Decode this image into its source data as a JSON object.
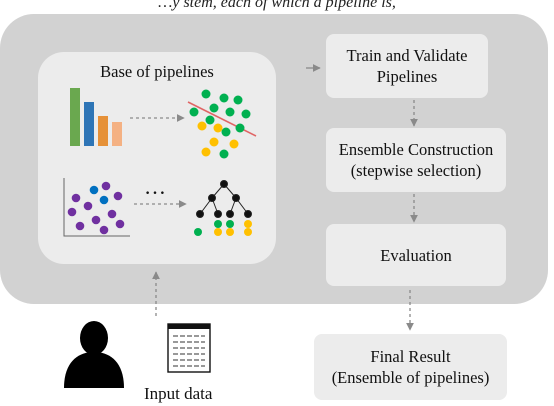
{
  "header_fragment": "…y stem, each of which a pipeline is,",
  "base_of_pipelines": "Base of pipelines",
  "ellipsis": "…",
  "steps": [
    "Train and Validate\nPipelines",
    "Ensemble Construction\n(stepwise selection)",
    "Evaluation"
  ],
  "final_result": "Final Result\n(Ensemble of pipelines)",
  "input_label": "Input data",
  "colors": {
    "outer_panel": "#d2d2d2",
    "inner_panel": "#ececec",
    "bar_green": "#6aa84f",
    "bar_blue": "#2e75b6",
    "bar_orange": "#e69138",
    "bar_peach": "#f4b183",
    "dot_green": "#00b050",
    "dot_yellow": "#ffc000",
    "dot_purple": "#7030a0",
    "dot_blue": "#0070c0",
    "regression_line": "#e06666"
  },
  "icons": [
    "bar-chart-icon",
    "classification-scatter-icon",
    "cluster-scatter-icon",
    "decision-tree-icon",
    "user-silhouette-icon",
    "document-icon"
  ]
}
